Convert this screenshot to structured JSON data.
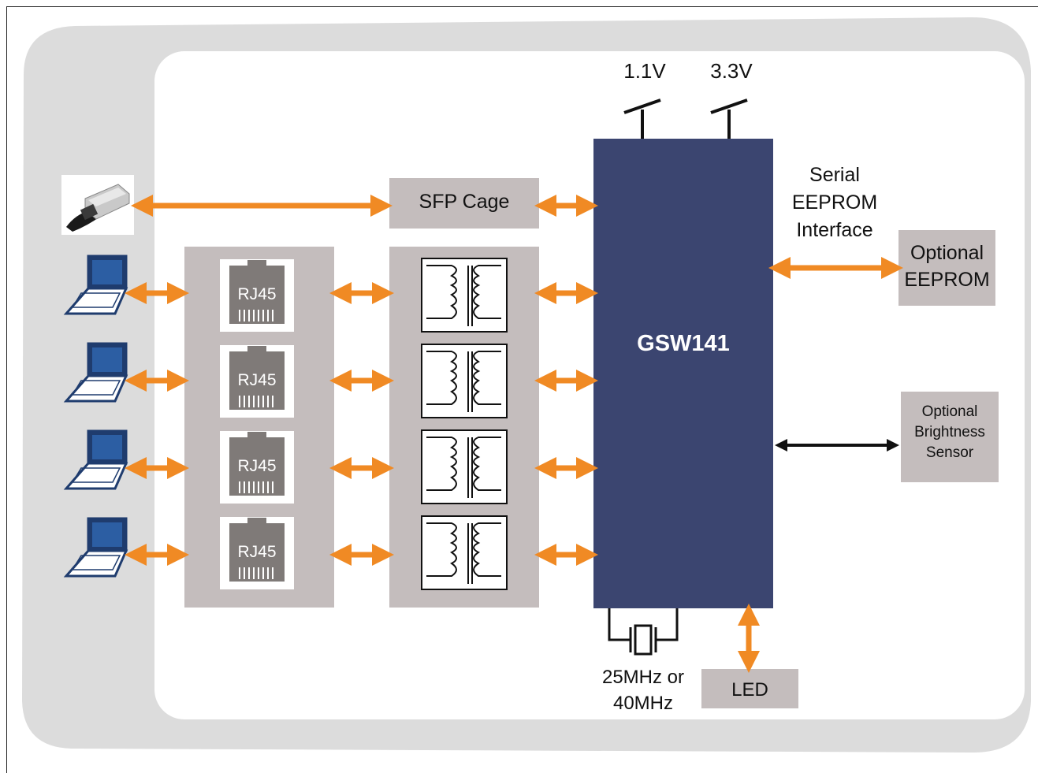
{
  "chip": {
    "label": "GSW141",
    "color": "#3b4570"
  },
  "power": {
    "rail_1": "1.1V",
    "rail_2": "3.3V"
  },
  "sfp": {
    "label": "SFP Cage"
  },
  "eeprom_interface": {
    "line1": "Serial",
    "line2": "EEPROM",
    "line3": "Interface"
  },
  "eeprom": {
    "line1": "Optional",
    "line2": "EEPROM"
  },
  "sensor": {
    "line1": "Optional",
    "line2": "Brightness",
    "line3": "Sensor"
  },
  "crystal": {
    "line1": "25MHz or",
    "line2": "40MHz"
  },
  "led": {
    "label": "LED"
  },
  "rj45_ports": [
    {
      "label": "RJ45"
    },
    {
      "label": "RJ45"
    },
    {
      "label": "RJ45"
    },
    {
      "label": "RJ45"
    }
  ],
  "icons": {
    "laptop": "laptop-icon",
    "sfp_module": "sfp-module-icon",
    "transformer": "transformer-icon",
    "crystal": "crystal-icon",
    "power": "power-rail-icon"
  },
  "colors": {
    "background_outer": "#dcdcdc",
    "panel_gray": "#c4bdbd",
    "arrow_orange": "#f08a24",
    "arrow_black": "#111111",
    "chip": "#3b4570",
    "rj45": "#7f7a78"
  }
}
